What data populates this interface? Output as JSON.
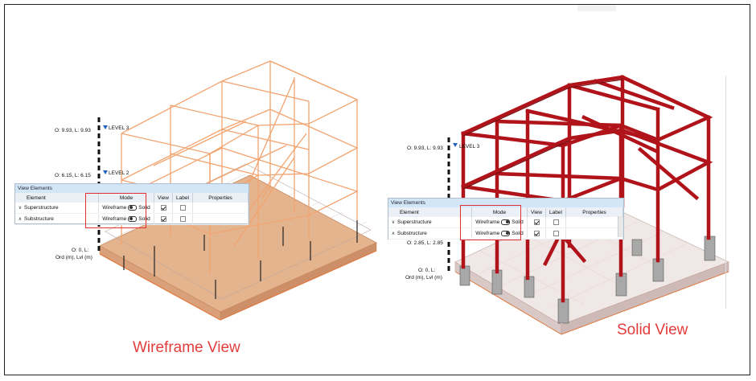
{
  "levels": {
    "level3": "LEVEL 3",
    "level2": "LEVEL 2"
  },
  "left": {
    "level3_value": "O: 9.93, L: 9.93",
    "level2_value": "O: 6.15, L: 6.15",
    "bottom_value": "O: 0, L:",
    "bottom_unit": "Ord (m), Lvl (m)",
    "caption": "Wireframe View"
  },
  "right": {
    "level3_value": "O: 9.93, L: 9.93",
    "mid_value": "O: 2.85, L: 2.85",
    "bottom_value": "O: 0, L:",
    "bottom_unit": "Ord (m), Lvl (m)",
    "caption": "Solid View"
  },
  "panel": {
    "title": "View Elements",
    "headers": {
      "element": "Element",
      "mode": "Mode",
      "view": "View",
      "label": "Label",
      "properties": "Properties"
    },
    "mode_left": "Wireframe",
    "mode_right": "Solid",
    "rows": [
      {
        "name": "Superstructure",
        "chevron": "∨"
      },
      {
        "name": "Substructure",
        "chevron": "∧"
      }
    ]
  },
  "left_modes": [
    "wireframe",
    "wireframe"
  ],
  "right_modes": [
    "solid",
    "solid"
  ],
  "colors": {
    "wire": "#f2a470",
    "solid": "#b0141a",
    "slab": "#e8b893",
    "highlight": "#e03030",
    "caption": "#e23c3c"
  }
}
